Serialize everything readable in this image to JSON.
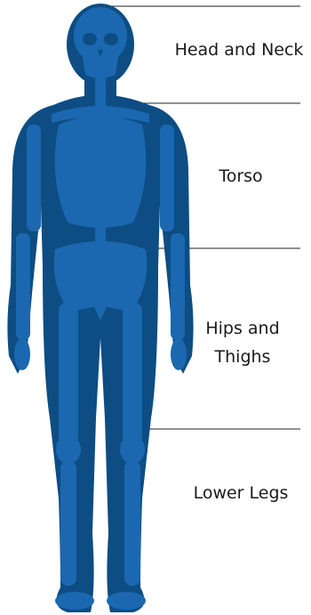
{
  "colors": {
    "silhouette": "#0d4d83",
    "skeleton": "#1b68b0",
    "line": "#222222",
    "label": "#1a1a1a"
  },
  "regions": [
    {
      "id": "head-neck",
      "label": "Head and Neck"
    },
    {
      "id": "torso",
      "label": "Torso"
    },
    {
      "id": "hips-thighs",
      "label": "Hips and\nThighs"
    },
    {
      "id": "lower-legs",
      "label": "Lower Legs"
    }
  ]
}
